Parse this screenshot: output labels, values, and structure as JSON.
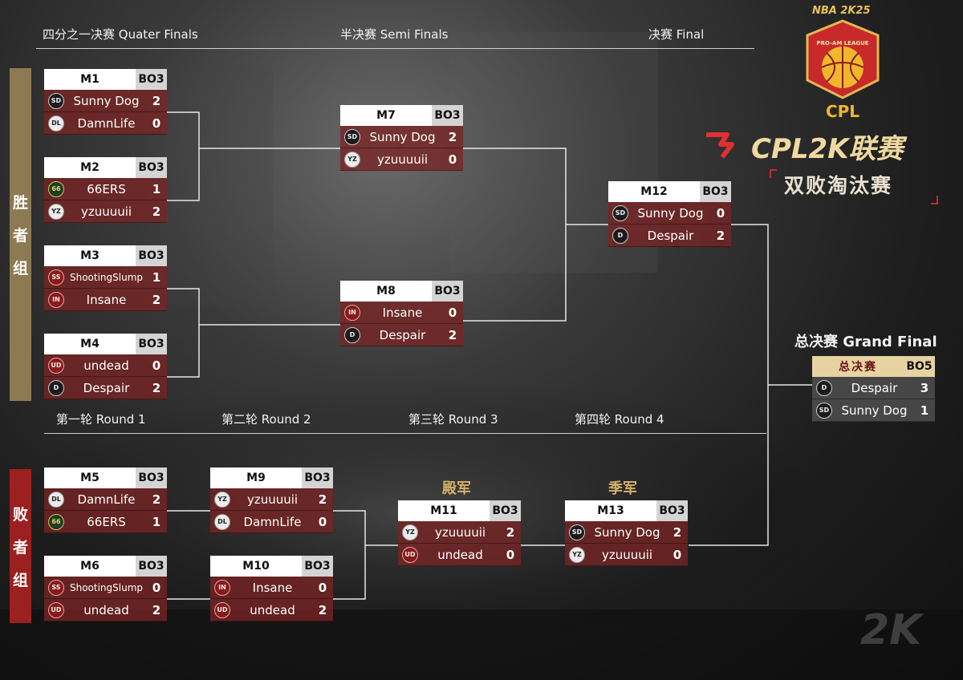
{
  "stages": {
    "quarter": "四分之一决赛 Quater Finals",
    "semi": "半决赛 Semi Finals",
    "final": "决赛 Final"
  },
  "groups": {
    "winners": [
      "胜",
      "者",
      "组"
    ],
    "losers": [
      "败",
      "者",
      "组"
    ]
  },
  "rounds": [
    "第一轮 Round 1",
    "第二轮 Round 2",
    "第三轮 Round 3",
    "第四轮 Round 4"
  ],
  "places": {
    "runner_up": "殿军",
    "third": "季军"
  },
  "brand": {
    "game": "NBA 2K25",
    "league_badge": "PRO-AM LEAGUE",
    "league_short": "CPL",
    "title": "CPL2K联赛",
    "subtitle": "双败淘汰赛",
    "watermark": "2K"
  },
  "grand_final": {
    "heading": "总决赛 Grand Final",
    "label": "总决赛",
    "format": "BO5",
    "teams": [
      {
        "name": "Despair",
        "score": "3",
        "logo": "despair"
      },
      {
        "name": "Sunny Dog",
        "score": "1",
        "logo": "sunnydog"
      }
    ]
  },
  "matches": {
    "m1": {
      "id": "M1",
      "format": "BO3",
      "teams": [
        {
          "name": "Sunny Dog",
          "score": "2",
          "logo": "sunnydog"
        },
        {
          "name": "DamnLife",
          "score": "0",
          "logo": "damnlife"
        }
      ]
    },
    "m2": {
      "id": "M2",
      "format": "BO3",
      "teams": [
        {
          "name": "66ERS",
          "score": "1",
          "logo": "66ers"
        },
        {
          "name": "yzuuuuii",
          "score": "2",
          "logo": "yzuuuuii"
        }
      ]
    },
    "m3": {
      "id": "M3",
      "format": "BO3",
      "teams": [
        {
          "name": "ShootingSlump",
          "score": "1",
          "logo": "shootingslump"
        },
        {
          "name": "Insane",
          "score": "2",
          "logo": "insane"
        }
      ]
    },
    "m4": {
      "id": "M4",
      "format": "BO3",
      "teams": [
        {
          "name": "undead",
          "score": "0",
          "logo": "undead"
        },
        {
          "name": "Despair",
          "score": "2",
          "logo": "despair"
        }
      ]
    },
    "m5": {
      "id": "M5",
      "format": "BO3",
      "teams": [
        {
          "name": "DamnLife",
          "score": "2",
          "logo": "damnlife"
        },
        {
          "name": "66ERS",
          "score": "1",
          "logo": "66ers"
        }
      ]
    },
    "m6": {
      "id": "M6",
      "format": "BO3",
      "teams": [
        {
          "name": "ShootingSlump",
          "score": "0",
          "logo": "shootingslump"
        },
        {
          "name": "undead",
          "score": "2",
          "logo": "undead"
        }
      ]
    },
    "m7": {
      "id": "M7",
      "format": "BO3",
      "teams": [
        {
          "name": "Sunny Dog",
          "score": "2",
          "logo": "sunnydog"
        },
        {
          "name": "yzuuuuii",
          "score": "0",
          "logo": "yzuuuuii"
        }
      ]
    },
    "m8": {
      "id": "M8",
      "format": "BO3",
      "teams": [
        {
          "name": "Insane",
          "score": "0",
          "logo": "insane"
        },
        {
          "name": "Despair",
          "score": "2",
          "logo": "despair"
        }
      ]
    },
    "m9": {
      "id": "M9",
      "format": "BO3",
      "teams": [
        {
          "name": "yzuuuuii",
          "score": "2",
          "logo": "yzuuuuii"
        },
        {
          "name": "DamnLife",
          "score": "0",
          "logo": "damnlife"
        }
      ]
    },
    "m10": {
      "id": "M10",
      "format": "BO3",
      "teams": [
        {
          "name": "Insane",
          "score": "0",
          "logo": "insane"
        },
        {
          "name": "undead",
          "score": "2",
          "logo": "undead"
        }
      ]
    },
    "m11": {
      "id": "M11",
      "format": "BO3",
      "teams": [
        {
          "name": "yzuuuuii",
          "score": "2",
          "logo": "yzuuuuii"
        },
        {
          "name": "undead",
          "score": "0",
          "logo": "undead"
        }
      ]
    },
    "m12": {
      "id": "M12",
      "format": "BO3",
      "teams": [
        {
          "name": "Sunny Dog",
          "score": "0",
          "logo": "sunnydog"
        },
        {
          "name": "Despair",
          "score": "2",
          "logo": "despair"
        }
      ]
    },
    "m13": {
      "id": "M13",
      "format": "BO3",
      "teams": [
        {
          "name": "Sunny Dog",
          "score": "2",
          "logo": "sunnydog"
        },
        {
          "name": "yzuuuuii",
          "score": "0",
          "logo": "yzuuuuii"
        }
      ]
    }
  }
}
